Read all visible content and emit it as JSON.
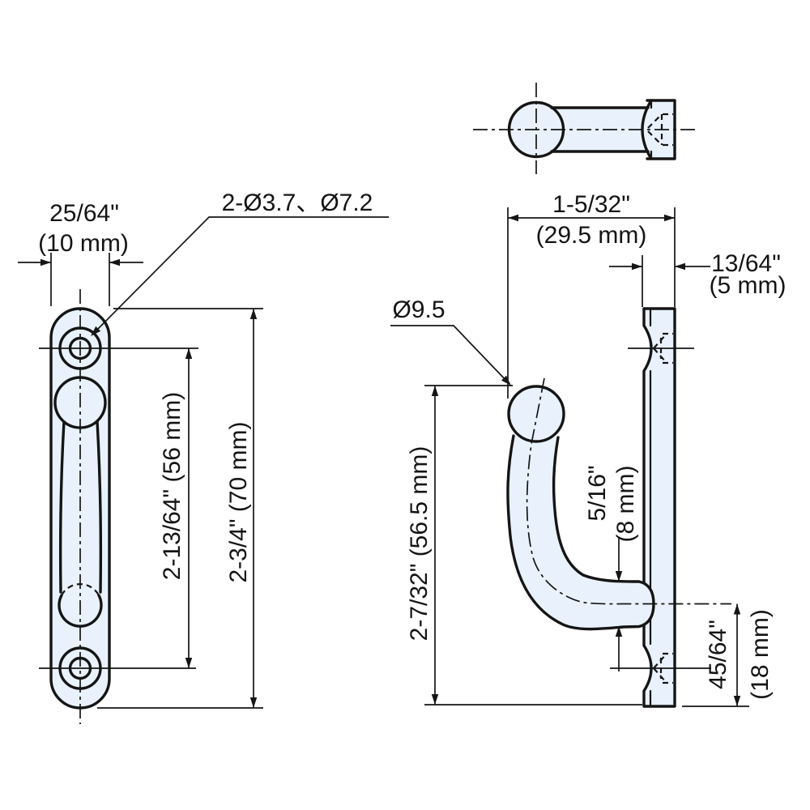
{
  "drawing": {
    "kind": "technical-drawing",
    "subject": "wall-mounted ball-end coat hook with two-hole mounting plate, three orthographic views",
    "colors": {
      "background": "#ffffff",
      "line": "#151515",
      "part_fill": "#e9f2fc"
    },
    "labels": {
      "plate_width_in": "25/64\"",
      "plate_width_mm": "(10 mm)",
      "hole_callout": "2-Ø3.7、Ø7.2",
      "hole_pitch": "2-13/64\" (56 mm)",
      "overall_height": "2-3/4\" (70 mm)",
      "projection_in": "1-5/32\"",
      "projection_mm": "(29.5 mm)",
      "plate_thickness_in": "13/64\"",
      "plate_thickness_mm": "(5 mm)",
      "ball_diameter": "Ø9.5",
      "hook_height": "2-7/32\" (56.5 mm)",
      "shaft_diameter_in": "5/16\"",
      "shaft_diameter_mm": "(8 mm)",
      "center_to_bottom_in": "45/64\"",
      "center_to_bottom_mm": "(18 mm)"
    }
  }
}
